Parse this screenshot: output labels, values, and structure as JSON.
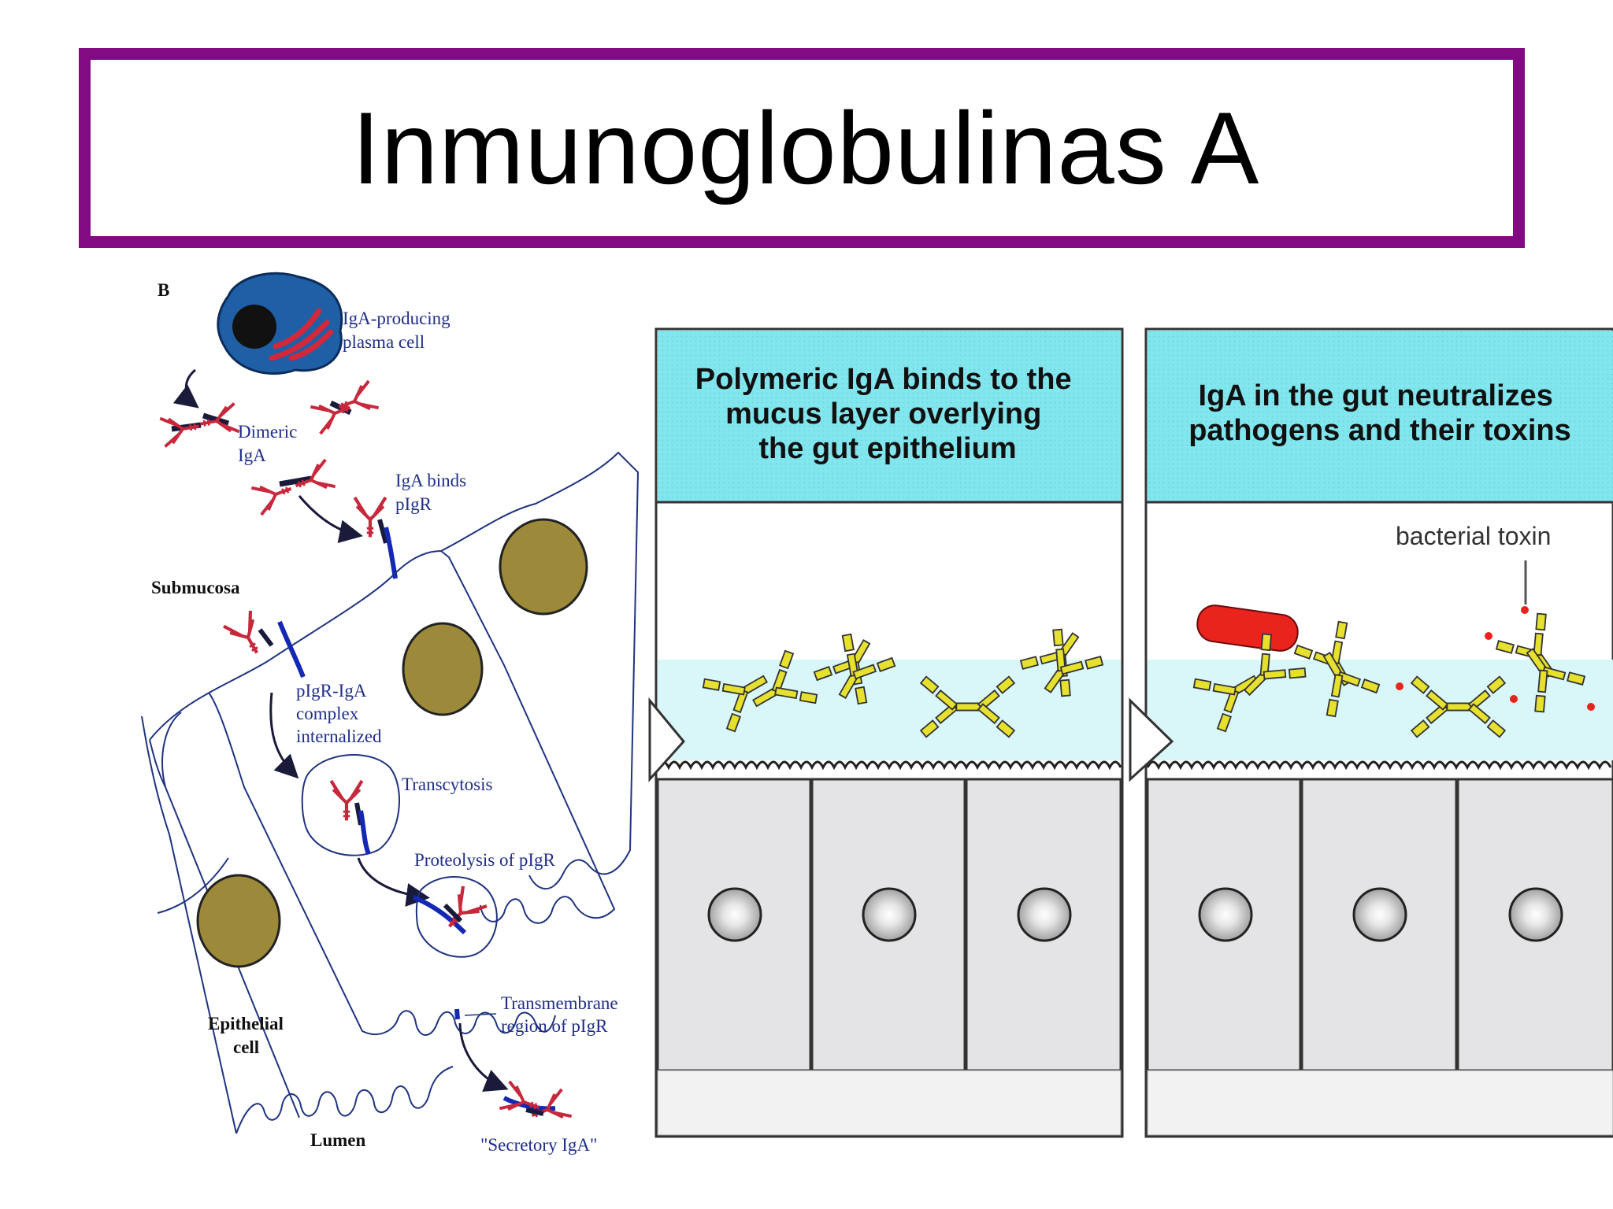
{
  "slide": {
    "title": "Inmunoglobulinas A"
  },
  "left_figure": {
    "panel_letter": "B",
    "labels": {
      "plasma_cell": [
        "IgA-producing",
        "plasma cell"
      ],
      "dimeric": [
        "Dimeric",
        "IgA"
      ],
      "iga_binds": [
        "IgA binds",
        "pIgR"
      ],
      "submucosa": "Submucosa",
      "complex": [
        "pIgR-IgA",
        "complex",
        "internalized"
      ],
      "transcytosis": "Transcytosis",
      "proteolysis": "Proteolysis of pIgR",
      "transmembrane": [
        "Transmembrane",
        "region of pIgR"
      ],
      "epithelial": [
        "Epithelial",
        "cell"
      ],
      "lumen": "Lumen",
      "secretory": "\"Secretory IgA\""
    }
  },
  "panel_a": {
    "title_lines": [
      "Polymeric IgA binds to the",
      "mucus layer overlying",
      "the gut epithelium"
    ]
  },
  "panel_b": {
    "title_lines": [
      "IgA in the gut neutralizes",
      "pathogens and their toxins"
    ],
    "toxin_label": "bacterial toxin"
  },
  "colors": {
    "title_border": "#820a82",
    "panel_header": "#7fe6ee",
    "mucus": "#d9f6f8",
    "antibody": "#e6e02e",
    "bacterium": "#e8241c",
    "cell": "#e4e4e6",
    "pigr": "#1428b4",
    "iga_red": "#c8283c",
    "nucleus": "#9c8a3a"
  }
}
